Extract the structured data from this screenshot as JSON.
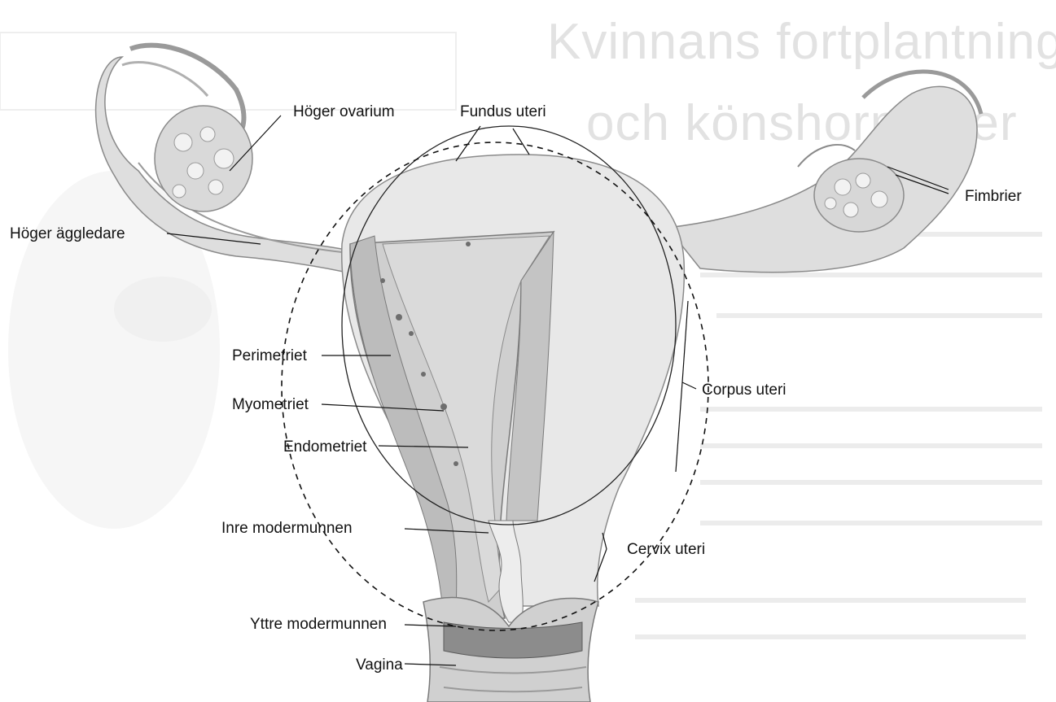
{
  "figure": {
    "background_heading": [
      "Kvinnans fortplantningsorgan",
      "och könshormoner"
    ],
    "labels": {
      "hoger_ovarium": "Höger ovarium",
      "fundus_uteri": "Fundus uteri",
      "fimbrier": "Fimbrier",
      "hoger_aggledare": "Höger äggledare",
      "perimetriet": "Perimetriet",
      "myometriet": "Myometriet",
      "endometriet": "Endometriet",
      "corpus_uteri": "Corpus uteri",
      "inre_modermunnen": "Inre modermunnen",
      "cervix_uteri": "Cervix uteri",
      "yttre_modermunnen": "Yttre modermunnen",
      "vagina": "Vagina"
    },
    "colors": {
      "tissue": "#e6e6e6",
      "tissue_dark": "#bdbdbd",
      "muscle": "#c9c9c9",
      "ink": "#111111",
      "faint": "#e2e2e2"
    }
  }
}
